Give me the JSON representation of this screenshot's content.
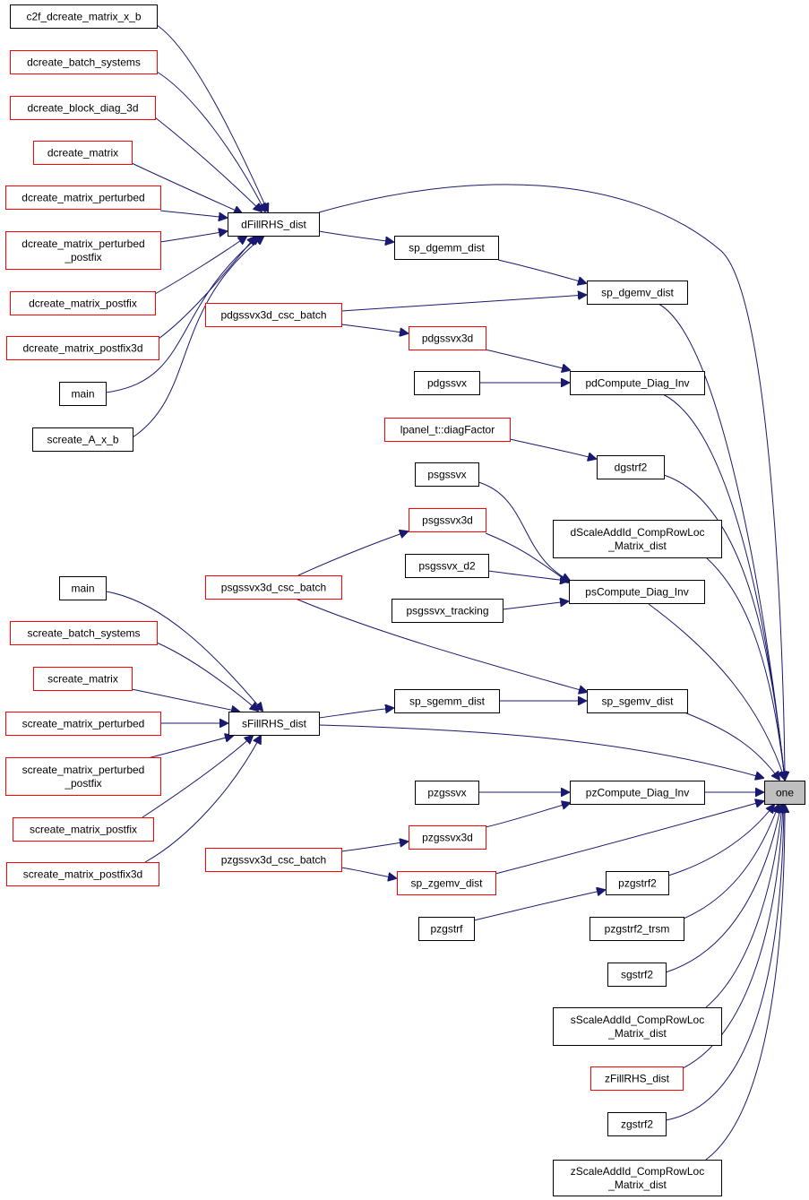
{
  "graph": {
    "edge_color": "#191970",
    "root_fill": "#bfbfbf",
    "nodes": [
      {
        "id": "c2f",
        "lines": [
          "c2f_dcreate_matrix_x_b"
        ],
        "style": "black"
      },
      {
        "id": "dcbs",
        "lines": [
          "dcreate_batch_systems"
        ],
        "style": "red"
      },
      {
        "id": "dcbd",
        "lines": [
          "dcreate_block_diag_3d"
        ],
        "style": "red"
      },
      {
        "id": "dcm",
        "lines": [
          "dcreate_matrix"
        ],
        "style": "red"
      },
      {
        "id": "dcmp",
        "lines": [
          "dcreate_matrix_perturbed"
        ],
        "style": "red"
      },
      {
        "id": "dcmpp",
        "lines": [
          "dcreate_matrix_perturbed",
          "_postfix"
        ],
        "style": "red"
      },
      {
        "id": "dcmpf",
        "lines": [
          "dcreate_matrix_postfix"
        ],
        "style": "red"
      },
      {
        "id": "dcmpf3",
        "lines": [
          "dcreate_matrix_postfix3d"
        ],
        "style": "red"
      },
      {
        "id": "main1",
        "lines": [
          "main"
        ],
        "style": "black"
      },
      {
        "id": "screateAxb",
        "lines": [
          "screate_A_x_b"
        ],
        "style": "black"
      },
      {
        "id": "dfill",
        "lines": [
          "dFillRHS_dist"
        ],
        "style": "black"
      },
      {
        "id": "spdgemm",
        "lines": [
          "sp_dgemm_dist"
        ],
        "style": "black"
      },
      {
        "id": "spdgemv",
        "lines": [
          "sp_dgemv_dist"
        ],
        "style": "black"
      },
      {
        "id": "pdcsc",
        "lines": [
          "pdgssvx3d_csc_batch"
        ],
        "style": "red"
      },
      {
        "id": "pd3d",
        "lines": [
          "pdgssvx3d"
        ],
        "style": "red"
      },
      {
        "id": "pdgssvx",
        "lines": [
          "pdgssvx"
        ],
        "style": "black"
      },
      {
        "id": "pdcdi",
        "lines": [
          "pdCompute_Diag_Inv"
        ],
        "style": "black"
      },
      {
        "id": "lpanel",
        "lines": [
          "lpanel_t::diagFactor"
        ],
        "style": "red"
      },
      {
        "id": "dgstrf2",
        "lines": [
          "dgstrf2"
        ],
        "style": "black"
      },
      {
        "id": "psgssvx",
        "lines": [
          "psgssvx"
        ],
        "style": "black"
      },
      {
        "id": "ps3d",
        "lines": [
          "psgssvx3d"
        ],
        "style": "red"
      },
      {
        "id": "dscale",
        "lines": [
          "dScaleAddId_CompRowLoc",
          "_Matrix_dist"
        ],
        "style": "black"
      },
      {
        "id": "psd2",
        "lines": [
          "psgssvx_d2"
        ],
        "style": "black"
      },
      {
        "id": "pscsc",
        "lines": [
          "psgssvx3d_csc_batch"
        ],
        "style": "red"
      },
      {
        "id": "pscdi",
        "lines": [
          "psCompute_Diag_Inv"
        ],
        "style": "black"
      },
      {
        "id": "pstrack",
        "lines": [
          "psgssvx_tracking"
        ],
        "style": "black"
      },
      {
        "id": "main2",
        "lines": [
          "main"
        ],
        "style": "black"
      },
      {
        "id": "scbs",
        "lines": [
          "screate_batch_systems"
        ],
        "style": "red"
      },
      {
        "id": "scm",
        "lines": [
          "screate_matrix"
        ],
        "style": "red"
      },
      {
        "id": "scmp",
        "lines": [
          "screate_matrix_perturbed"
        ],
        "style": "red"
      },
      {
        "id": "scmpp",
        "lines": [
          "screate_matrix_perturbed",
          "_postfix"
        ],
        "style": "red"
      },
      {
        "id": "scmpf",
        "lines": [
          "screate_matrix_postfix"
        ],
        "style": "red"
      },
      {
        "id": "scmpf3",
        "lines": [
          "screate_matrix_postfix3d"
        ],
        "style": "red"
      },
      {
        "id": "sfill",
        "lines": [
          "sFillRHS_dist"
        ],
        "style": "black"
      },
      {
        "id": "spsgemm",
        "lines": [
          "sp_sgemm_dist"
        ],
        "style": "black"
      },
      {
        "id": "spsgemv",
        "lines": [
          "sp_sgemv_dist"
        ],
        "style": "black"
      },
      {
        "id": "pzgssvx",
        "lines": [
          "pzgssvx"
        ],
        "style": "black"
      },
      {
        "id": "pzcdi",
        "lines": [
          "pzCompute_Diag_Inv"
        ],
        "style": "black"
      },
      {
        "id": "one",
        "lines": [
          "one"
        ],
        "style": "root"
      },
      {
        "id": "pz3d",
        "lines": [
          "pzgssvx3d"
        ],
        "style": "red"
      },
      {
        "id": "pzcsc",
        "lines": [
          "pzgssvx3d_csc_batch"
        ],
        "style": "red"
      },
      {
        "id": "spzgemv",
        "lines": [
          "sp_zgemv_dist"
        ],
        "style": "red"
      },
      {
        "id": "pzgstrf2",
        "lines": [
          "pzgstrf2"
        ],
        "style": "black"
      },
      {
        "id": "pzgstrf",
        "lines": [
          "pzgstrf"
        ],
        "style": "black"
      },
      {
        "id": "pzgstrf2t",
        "lines": [
          "pzgstrf2_trsm"
        ],
        "style": "black"
      },
      {
        "id": "sgstrf2",
        "lines": [
          "sgstrf2"
        ],
        "style": "black"
      },
      {
        "id": "sscale",
        "lines": [
          "sScaleAddId_CompRowLoc",
          "_Matrix_dist"
        ],
        "style": "black"
      },
      {
        "id": "zfill",
        "lines": [
          "zFillRHS_dist"
        ],
        "style": "red"
      },
      {
        "id": "zgstrf2",
        "lines": [
          "zgstrf2"
        ],
        "style": "black"
      },
      {
        "id": "zscale",
        "lines": [
          "zScaleAddId_CompRowLoc",
          "_Matrix_dist"
        ],
        "style": "black"
      }
    ],
    "edges": [
      {
        "from": "c2f",
        "to": "dfill"
      },
      {
        "from": "dcbs",
        "to": "dfill"
      },
      {
        "from": "dcbd",
        "to": "dfill"
      },
      {
        "from": "dcm",
        "to": "dfill"
      },
      {
        "from": "dcmp",
        "to": "dfill"
      },
      {
        "from": "dcmpp",
        "to": "dfill"
      },
      {
        "from": "dcmpf",
        "to": "dfill"
      },
      {
        "from": "dcmpf3",
        "to": "dfill"
      },
      {
        "from": "main1",
        "to": "dfill"
      },
      {
        "from": "screateAxb",
        "to": "dfill"
      },
      {
        "from": "dfill",
        "to": "one"
      },
      {
        "from": "dfill",
        "to": "spdgemm"
      },
      {
        "from": "spdgemm",
        "to": "spdgemv"
      },
      {
        "from": "pdcsc",
        "to": "spdgemv"
      },
      {
        "from": "spdgemv",
        "to": "one"
      },
      {
        "from": "pdcsc",
        "to": "pd3d"
      },
      {
        "from": "pd3d",
        "to": "pdcdi"
      },
      {
        "from": "pdgssvx",
        "to": "pdcdi"
      },
      {
        "from": "pdcdi",
        "to": "one"
      },
      {
        "from": "lpanel",
        "to": "dgstrf2"
      },
      {
        "from": "dgstrf2",
        "to": "one"
      },
      {
        "from": "psgssvx",
        "to": "pscdi"
      },
      {
        "from": "pscsc",
        "to": "ps3d"
      },
      {
        "from": "ps3d",
        "to": "pscdi"
      },
      {
        "from": "dscale",
        "to": "one"
      },
      {
        "from": "psd2",
        "to": "pscdi"
      },
      {
        "from": "pstrack",
        "to": "pscdi"
      },
      {
        "from": "pscsc",
        "to": "spsgemv"
      },
      {
        "from": "pscdi",
        "to": "one"
      },
      {
        "from": "main2",
        "to": "sfill"
      },
      {
        "from": "scbs",
        "to": "sfill"
      },
      {
        "from": "scm",
        "to": "sfill"
      },
      {
        "from": "scmp",
        "to": "sfill"
      },
      {
        "from": "scmpp",
        "to": "sfill"
      },
      {
        "from": "scmpf",
        "to": "sfill"
      },
      {
        "from": "scmpf3",
        "to": "sfill"
      },
      {
        "from": "sfill",
        "to": "spsgemm"
      },
      {
        "from": "spsgemm",
        "to": "spsgemv"
      },
      {
        "from": "sfill",
        "to": "one"
      },
      {
        "from": "spsgemv",
        "to": "one"
      },
      {
        "from": "pzgssvx",
        "to": "pzcdi"
      },
      {
        "from": "pz3d",
        "to": "pzcdi"
      },
      {
        "from": "pzcdi",
        "to": "one"
      },
      {
        "from": "pzcsc",
        "to": "pz3d"
      },
      {
        "from": "pzcsc",
        "to": "spzgemv"
      },
      {
        "from": "spzgemv",
        "to": "one"
      },
      {
        "from": "pzgstrf",
        "to": "pzgstrf2"
      },
      {
        "from": "pzgstrf2",
        "to": "one"
      },
      {
        "from": "pzgstrf2t",
        "to": "one"
      },
      {
        "from": "sgstrf2",
        "to": "one"
      },
      {
        "from": "sscale",
        "to": "one"
      },
      {
        "from": "zfill",
        "to": "one"
      },
      {
        "from": "zgstrf2",
        "to": "one"
      },
      {
        "from": "zscale",
        "to": "one"
      }
    ]
  }
}
